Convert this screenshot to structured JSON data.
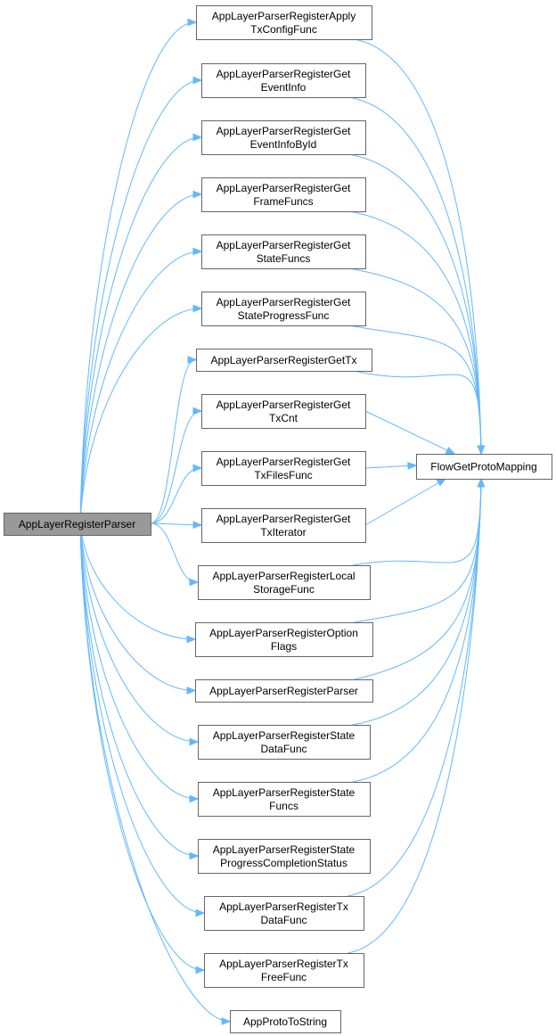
{
  "colors": {
    "edge": "#63b8ff",
    "node_fill": "#ffffff",
    "node_border": "#666666",
    "root_fill": "#999999"
  },
  "graph": {
    "root": {
      "id": "root",
      "lines": [
        "AppLayerRegisterParser"
      ]
    },
    "hub": {
      "id": "hub",
      "lines": [
        "FlowGetProtoMapping"
      ]
    },
    "callees": [
      {
        "id": "n0",
        "lines": [
          "AppLayerParserRegisterApply",
          "TxConfigFunc"
        ],
        "calls_hub": true
      },
      {
        "id": "n1",
        "lines": [
          "AppLayerParserRegisterGet",
          "EventInfo"
        ],
        "calls_hub": true
      },
      {
        "id": "n2",
        "lines": [
          "AppLayerParserRegisterGet",
          "EventInfoById"
        ],
        "calls_hub": true
      },
      {
        "id": "n3",
        "lines": [
          "AppLayerParserRegisterGet",
          "FrameFuncs"
        ],
        "calls_hub": true
      },
      {
        "id": "n4",
        "lines": [
          "AppLayerParserRegisterGet",
          "StateFuncs"
        ],
        "calls_hub": true
      },
      {
        "id": "n5",
        "lines": [
          "AppLayerParserRegisterGet",
          "StateProgressFunc"
        ],
        "calls_hub": true
      },
      {
        "id": "n6",
        "lines": [
          "AppLayerParserRegisterGetTx"
        ],
        "calls_hub": true
      },
      {
        "id": "n7",
        "lines": [
          "AppLayerParserRegisterGet",
          "TxCnt"
        ],
        "calls_hub": true
      },
      {
        "id": "n8",
        "lines": [
          "AppLayerParserRegisterGet",
          "TxFilesFunc"
        ],
        "calls_hub": true
      },
      {
        "id": "n9",
        "lines": [
          "AppLayerParserRegisterGet",
          "TxIterator"
        ],
        "calls_hub": true
      },
      {
        "id": "n10",
        "lines": [
          "AppLayerParserRegisterLocal",
          "StorageFunc"
        ],
        "calls_hub": true
      },
      {
        "id": "n11",
        "lines": [
          "AppLayerParserRegisterOption",
          "Flags"
        ],
        "calls_hub": true
      },
      {
        "id": "n12",
        "lines": [
          "AppLayerParserRegisterParser"
        ],
        "calls_hub": true
      },
      {
        "id": "n13",
        "lines": [
          "AppLayerParserRegisterState",
          "DataFunc"
        ],
        "calls_hub": true
      },
      {
        "id": "n14",
        "lines": [
          "AppLayerParserRegisterState",
          "Funcs"
        ],
        "calls_hub": true
      },
      {
        "id": "n15",
        "lines": [
          "AppLayerParserRegisterState",
          "ProgressCompletionStatus"
        ],
        "calls_hub": false
      },
      {
        "id": "n16",
        "lines": [
          "AppLayerParserRegisterTx",
          "DataFunc"
        ],
        "calls_hub": true
      },
      {
        "id": "n17",
        "lines": [
          "AppLayerParserRegisterTx",
          "FreeFunc"
        ],
        "calls_hub": true
      },
      {
        "id": "n18",
        "lines": [
          "AppProtoToString"
        ],
        "calls_hub": false
      }
    ]
  }
}
